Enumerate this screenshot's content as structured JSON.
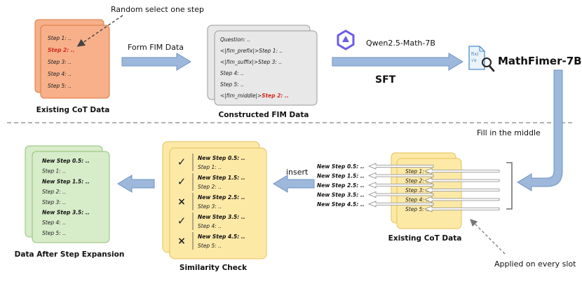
{
  "top": {
    "random_label": "Random select one step",
    "orange_steps": [
      "Step 1: ..",
      "Step 2: ..",
      "Step 3: ..",
      "Step 4: ..",
      "Step 5: .."
    ],
    "existing_caption": "Existing CoT Data",
    "form_fim_label": "Form FIM Data",
    "fim_lines": {
      "question": "Question: ..",
      "prefix_tag": "<|fim_prefix|>",
      "prefix_step": "Step 1: ..",
      "suffix_tag": "<|fim_suffix|>",
      "suffix_step": "Step 3: ..",
      "step4": "Step 4: ..",
      "step5": "Step 5: ..",
      "middle_tag": "<|fim_middle|>",
      "middle_step": "Step 2: .."
    },
    "constructed_caption": "Constructed FIM Data",
    "model_label": "Qwen2.5-Math-7B",
    "sft_label": "SFT",
    "mathfimer_label": "MathFimer-7B",
    "fim_icon_text": "f(x)",
    "fim_icon_sub": "√x"
  },
  "bottom": {
    "fill_middle_label": "Fill in the middle",
    "insert_label": "insert",
    "new_steps": [
      "New Step 0.5: ..",
      "New Step 1.5: ..",
      "New Step 2.5: ..",
      "New Step 3.5: ..",
      "New Step 4.5: .."
    ],
    "yellow_steps": [
      "Step 1: ..",
      "Step 2: ..",
      "Step 3: ..",
      "Step 4: ..",
      "Step 5: .."
    ],
    "existing_caption2": "Existing CoT Data",
    "applied_label": "Applied on every slot",
    "similarity_rows": [
      {
        "mark": "✓",
        "new": "New Step 0.5: ..",
        "step": "Step 1: .."
      },
      {
        "mark": "✓",
        "new": "New Step 1.5: ..",
        "step": "Step 2: .."
      },
      {
        "mark": "×",
        "new": "New Step 2.5: ..",
        "step": "Step 3: .."
      },
      {
        "mark": "✓",
        "new": "New Step 3.5: ..",
        "step": "Step 4: .."
      },
      {
        "mark": "×",
        "new": "New Step 4.5: ..",
        "step": "Step 5: .."
      }
    ],
    "similarity_caption": "Similarity Check",
    "green_lines": [
      "New Step 0.5: ..",
      "Step 1: ..",
      "New Step 1.5: ..",
      "Step 2: ..",
      "Step 3: ..",
      "New Step 3.5: ..",
      "Step 4: ..",
      "Step 5: .."
    ],
    "after_caption": "Data After Step Expansion"
  },
  "colors": {
    "orange_fill": "#f7b08a",
    "orange_stroke": "#d9793f",
    "gray_fill": "#e8e8e8",
    "gray_stroke": "#9a9a9a",
    "blue_arrow": "#9db8db",
    "blue_arrow_stroke": "#6e93c4",
    "yellow_fill": "#fde9a6",
    "yellow_stroke": "#e5c05a",
    "green_fill": "#d7ecc9",
    "green_stroke": "#8fbf78",
    "red_text": "#d42a1e"
  }
}
